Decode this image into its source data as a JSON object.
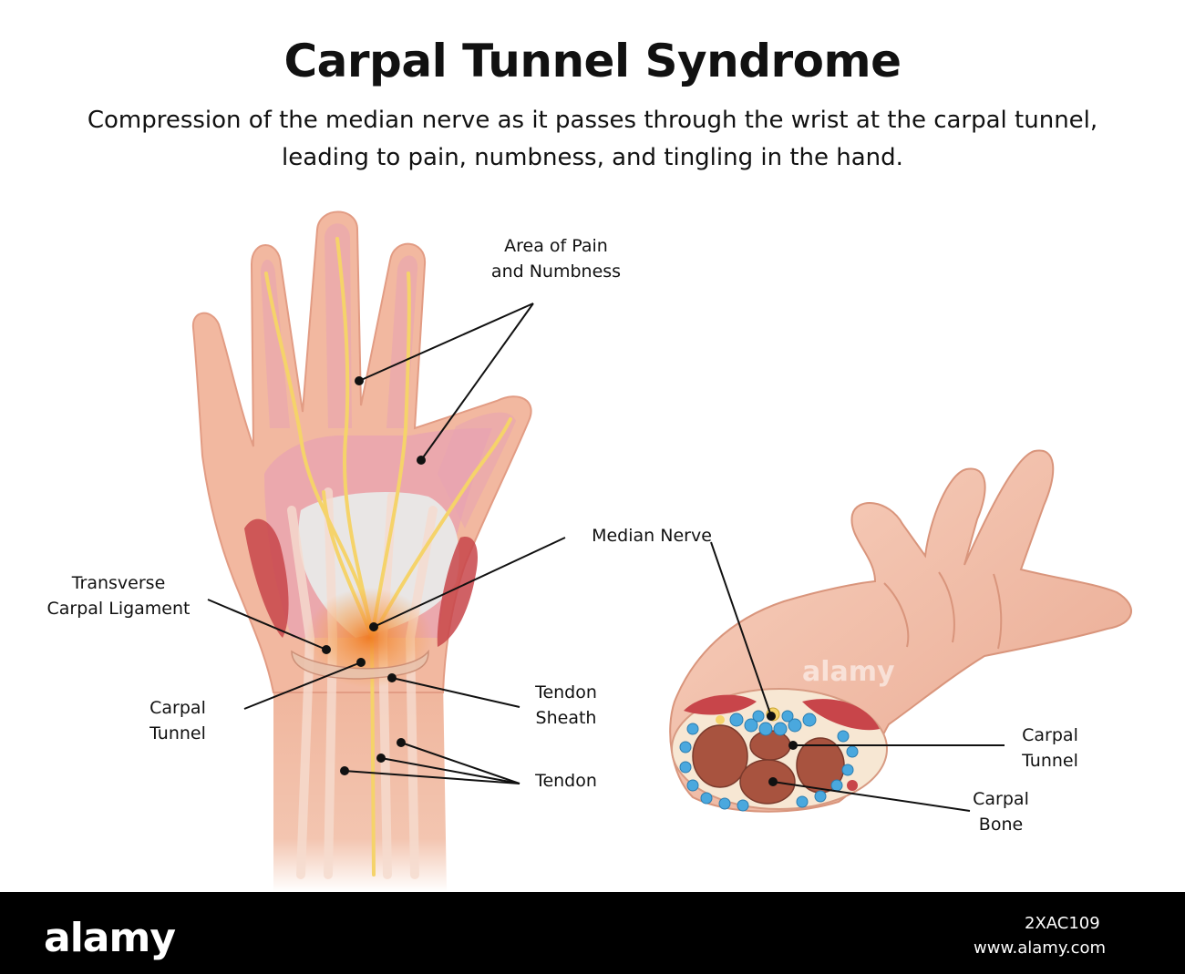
{
  "title": "Carpal Tunnel Syndrome",
  "subtitle": "Compression of the median nerve as it passes through the wrist at the carpal tunnel, leading to pain, numbness, and tingling in the hand.",
  "labels": {
    "area_pain": [
      "Area of Pain",
      "and Numbness"
    ],
    "median_nerve": [
      "Median Nerve"
    ],
    "transverse_ligament": [
      "Transverse",
      "Carpal Ligament"
    ],
    "carpal_tunnel_left": [
      "Carpal",
      "Tunnel"
    ],
    "tendon_sheath": [
      "Tendon",
      "Sheath"
    ],
    "tendon": [
      "Tendon"
    ],
    "carpal_tunnel_right": [
      "Carpal",
      "Tunnel"
    ],
    "carpal_bone": [
      "Carpal",
      "Bone"
    ]
  },
  "watermark": {
    "logo": "alamy",
    "image_id": "2XAC109",
    "url": "www.alamy.com",
    "overlay": "alamy"
  },
  "colors": {
    "skin": "#f2b9a0",
    "skin_palm": "#e8a3b2",
    "nerve": "#f5d36a",
    "muscle": "#c8454a",
    "inflammation": "#f28a2e",
    "fluid_blue": "#4aa8de",
    "bone": "#a8533f"
  }
}
